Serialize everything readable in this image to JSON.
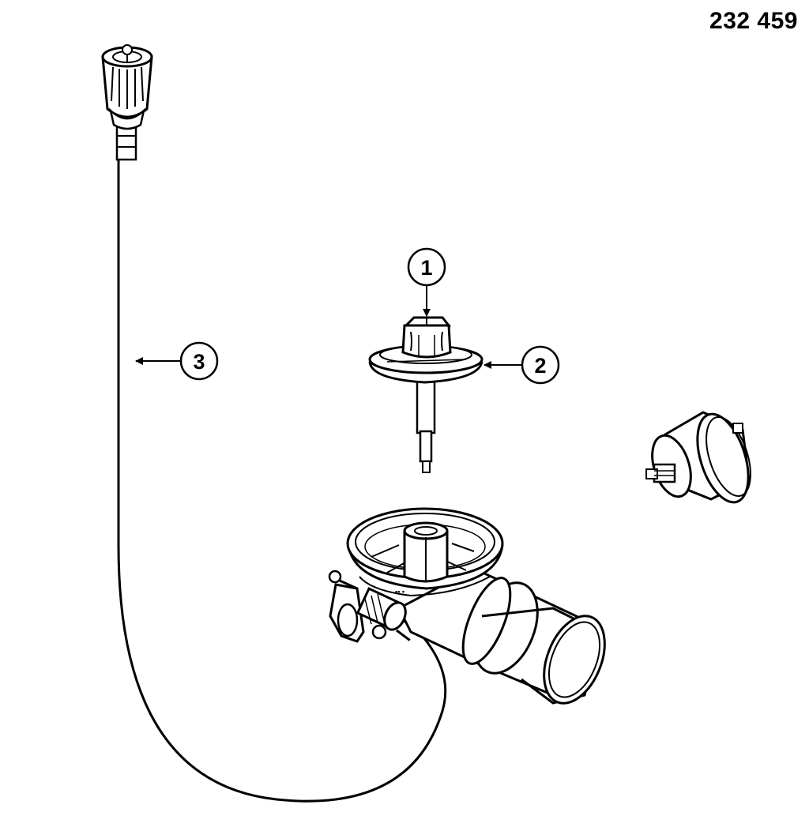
{
  "drawing_number": "232 459",
  "callouts": [
    {
      "id": "1",
      "label": "1"
    },
    {
      "id": "2",
      "label": "2"
    },
    {
      "id": "3",
      "label": "3"
    }
  ]
}
